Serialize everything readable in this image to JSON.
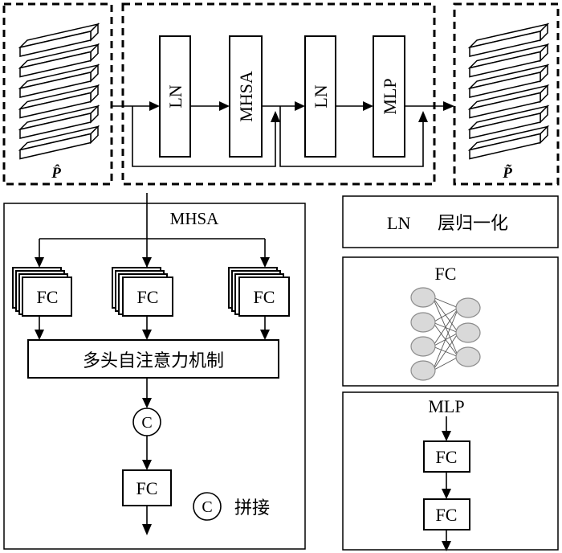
{
  "transformer_block": {
    "input_label": "P̂",
    "output_label": "P̃",
    "blocks": [
      "LN",
      "MHSA",
      "LN",
      "MLP"
    ]
  },
  "mhsa_panel": {
    "title": "MHSA",
    "fc_labels": [
      "FC",
      "FC",
      "FC"
    ],
    "attention_label": "多头自注意力机制",
    "concat_symbol": "C",
    "final_fc": "FC"
  },
  "legend": {
    "ln_abbr": "LN",
    "ln_desc": "层归一化",
    "fc_title": "FC",
    "concat_symbol": "C",
    "concat_desc": "拼接"
  },
  "mlp_panel": {
    "title": "MLP",
    "fc_labels": [
      "FC",
      "FC"
    ]
  },
  "colors": {
    "line": "#000000",
    "node_fill": "#d9d9d9",
    "node_stroke": "#8c8c8c",
    "edge": "#555555"
  }
}
